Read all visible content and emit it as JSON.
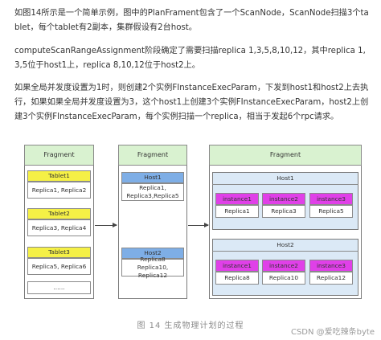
{
  "paragraphs": [
    "如图14所示是一个简单示例，图中的PlanFrament包含了一个ScanNode，ScanNode扫描3个tablet，每个tablet有2副本，集群假设有2台host。",
    "computeScanRangeAssignment阶段确定了需要扫描replica 1,3,5,8,10,12，其中replica 1,3,5位于host1上，replica 8,10,12位于host2上。",
    "如果全局并发度设置为1时，则创建2个实例FInstanceExecParam，下发到host1和host2上去执行，如果如果全局并发度设置为3，这个host1上创建3个实例FInstanceExecParam，host2上创建3个实例FInstanceExecParam，每个实例扫描一个replica，相当于发起6个rpc请求。"
  ],
  "figure": {
    "left": {
      "header": "Fragment",
      "tablets": [
        {
          "title": "Tablet1",
          "replicas": "Replica1, Replica2"
        },
        {
          "title": "Tablet2",
          "replicas": "Replica3, Replica4"
        },
        {
          "title": "Tablet3",
          "replicas": "Replica5, Replica6"
        }
      ],
      "more": "......"
    },
    "middle": {
      "header": "Fragment",
      "hosts": [
        {
          "title": "Host1",
          "replicas": "Replica1,\nReplica3,Replica5"
        },
        {
          "title": "Host2",
          "replicas": "Replica8\nReplica10, Replica12"
        }
      ]
    },
    "right": {
      "header": "Fragment",
      "hosts": [
        {
          "title": "Host1",
          "instances": [
            {
              "label": "instance1",
              "replica": "Replica1"
            },
            {
              "label": "instance2",
              "replica": "Replica3"
            },
            {
              "label": "instance3",
              "replica": "Replica5"
            }
          ]
        },
        {
          "title": "Host2",
          "instances": [
            {
              "label": "instance1",
              "replica": "Replica8"
            },
            {
              "label": "instance2",
              "replica": "Replica10"
            },
            {
              "label": "instance3",
              "replica": "Replica12"
            }
          ]
        }
      ]
    },
    "caption": "图 14   生成物理计划的过程"
  },
  "watermark": "CSDN @爱吃辣条byte",
  "colors": {
    "header_green": "#d9f2d0",
    "tablet_yellow": "#f5f046",
    "host_blue": "#7eaee6",
    "instance_magenta": "#e040e8",
    "host_panel": "#dbe9f6"
  }
}
